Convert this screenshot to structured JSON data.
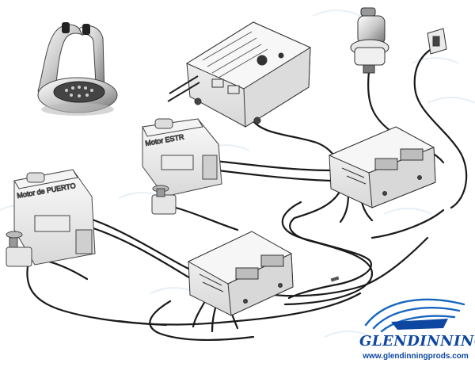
{
  "diagram": {
    "labels": {
      "motor_port": "Motor de PUERTO",
      "motor_starboard": "Motor ESTR"
    }
  },
  "brand": {
    "name": "GLENDINNING",
    "url": "www.glendinningprods.com"
  },
  "colors": {
    "wire": "#1a1a1a",
    "component_fill": "#f2f2f2",
    "component_stroke": "#333333",
    "brand_blue": "#0d47a1",
    "watermark": "#b9d3e8"
  },
  "icons": {
    "control_head": "dual-lever-control-head-icon",
    "processor": "control-processor-box-icon",
    "actuator": "cable-actuator-box-icon",
    "joystick": "station-joystick-icon",
    "connector": "wall-connector-plug-icon",
    "motor": "engine-motor-icon",
    "sensor": "engine-sensor-icon",
    "logo": "boat-wave-logo-icon"
  }
}
